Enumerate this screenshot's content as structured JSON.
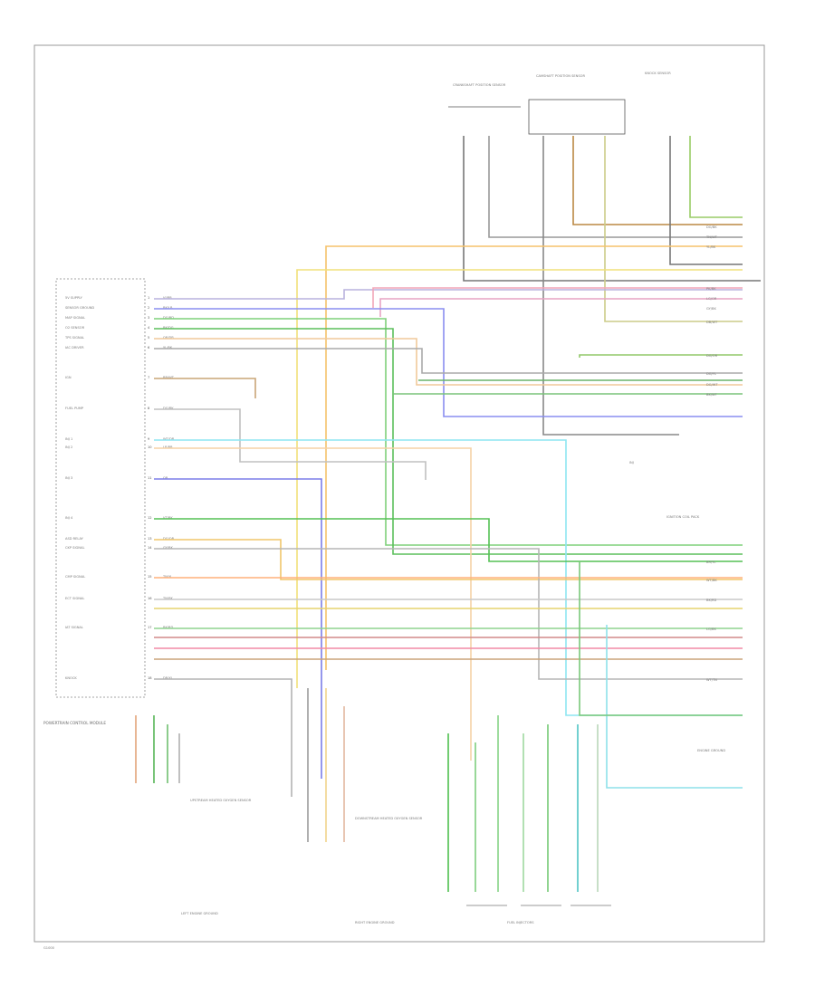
{
  "diagram": {
    "pcm_title": "POWERTRAIN CONTROL MODULE",
    "pcm_pins": [
      {
        "pin": "1",
        "signal": "5V SUPPLY",
        "wire": "VI/BR"
      },
      {
        "pin": "2",
        "signal": "SENSOR GROUND",
        "wire": "BK/LB"
      },
      {
        "pin": "3",
        "signal": "MAP SIGNAL",
        "wire": "DG/RD"
      },
      {
        "pin": "4",
        "signal": "O2 SENSOR",
        "wire": "BK/DG"
      },
      {
        "pin": "5",
        "signal": "TPS SIGNAL",
        "wire": "OR/DB"
      },
      {
        "pin": "6",
        "signal": "IAC DRIVER",
        "wire": "YL/BK"
      },
      {
        "pin": "7",
        "signal": "IGN",
        "wire": "BR/WT"
      },
      {
        "pin": "8",
        "signal": "FUEL PUMP",
        "wire": "DG/BK"
      },
      {
        "pin": "9",
        "signal": "INJ 1",
        "wire": "WT/DB"
      },
      {
        "pin": "10",
        "signal": "INJ 2",
        "wire": "LB/BR"
      },
      {
        "pin": "11",
        "signal": "INJ 3",
        "wire": "OR"
      },
      {
        "pin": "12",
        "signal": "INJ 4",
        "wire": "VT/BK"
      },
      {
        "pin": "13",
        "signal": "ASD RELAY",
        "wire": "DG/OR"
      },
      {
        "pin": "14",
        "signal": "CKP SIGNAL",
        "wire": "GY/BK"
      },
      {
        "pin": "15",
        "signal": "CMP SIGNAL",
        "wire": "TN/YL"
      },
      {
        "pin": "16",
        "signal": "ECT SIGNAL",
        "wire": "TN/BK"
      },
      {
        "pin": "17",
        "signal": "IAT SIGNAL",
        "wire": "BK/RD"
      },
      {
        "pin": "18",
        "signal": "KNOCK",
        "wire": "DB/YL"
      }
    ],
    "top_components": [
      {
        "name": "CRANKSHAFT POSITION SENSOR"
      },
      {
        "name": "CAMSHAFT POSITION SENSOR"
      },
      {
        "name": "KNOCK SENSOR"
      }
    ],
    "right_wires": [
      {
        "wire": "DG/BK",
        "id": "A"
      },
      {
        "wire": "TN/WT",
        "id": "B"
      },
      {
        "wire": "YL/BK",
        "id": "C"
      },
      {
        "wire": "PK/BK",
        "id": "D"
      },
      {
        "wire": "LG/OR",
        "id": "E"
      },
      {
        "wire": "GY/BK",
        "id": "F"
      },
      {
        "wire": "DB/WT",
        "id": "G"
      },
      {
        "wire": "DG/OR",
        "id": "H"
      },
      {
        "wire": "DG/YL",
        "id": "I"
      },
      {
        "wire": "DG/WT",
        "id": "J"
      },
      {
        "wire": "BK/WT",
        "id": "K"
      },
      {
        "wire": "BR/YL",
        "id": "L"
      },
      {
        "wire": "WT/BK",
        "id": "M"
      },
      {
        "wire": "BK/RD",
        "id": "N"
      },
      {
        "wire": "LG/BK",
        "id": "O"
      },
      {
        "wire": "WT/TN",
        "id": "P"
      }
    ],
    "side_labels": {
      "inj_group": "INJ",
      "fuel_inj_text": "FUEL INJECTORS",
      "ignition_coil": "IGNITION COIL PACK",
      "o2_upstream": "UPSTREAM HEATED OXYGEN SENSOR",
      "o2_downstream": "DOWNSTREAM HEATED OXYGEN SENSOR",
      "engine_gnd": "ENGINE GROUND",
      "left_ground": "LEFT ENGINE GROUND",
      "right_ground": "RIGHT ENGINE GROUND",
      "footer": "G1000"
    }
  }
}
